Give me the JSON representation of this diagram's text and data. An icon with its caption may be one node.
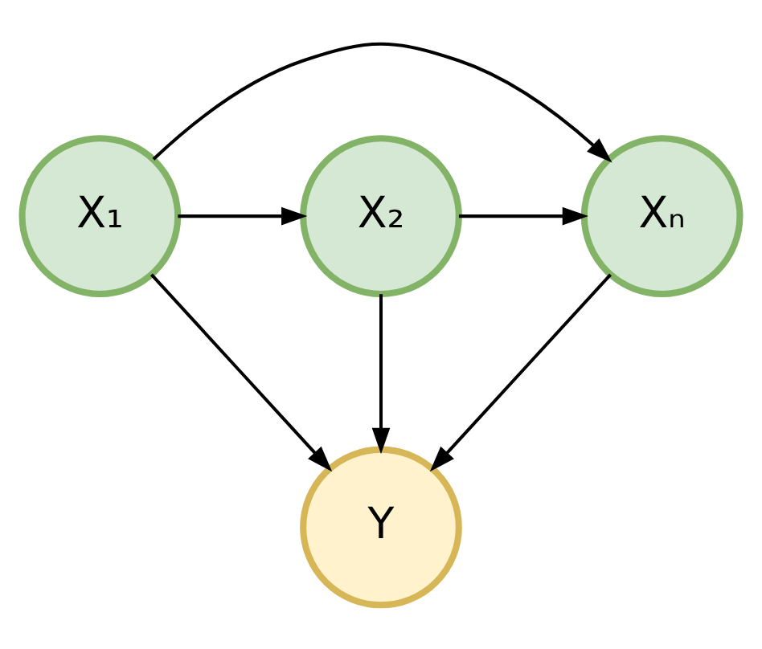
{
  "diagram": {
    "nodes": [
      {
        "text": [
          "X₁"
        ]
      },
      {
        "text": [
          "X₂"
        ]
      },
      {
        "text": [
          "Xₙ"
        ]
      },
      {
        "text": [
          "Y"
        ]
      }
    ],
    "edges": [
      {
        "from": 0,
        "to": 1,
        "arrow": "to"
      },
      {
        "from": 0,
        "to": 2,
        "arrow": "to"
      },
      {
        "from": 1,
        "to": 2,
        "arrow": "to"
      },
      {
        "from": 0,
        "to": 3,
        "arrow": "to"
      },
      {
        "from": 1,
        "to": 3,
        "arrow": "to"
      },
      {
        "from": 2,
        "to": 3,
        "arrow": "to"
      }
    ]
  }
}
